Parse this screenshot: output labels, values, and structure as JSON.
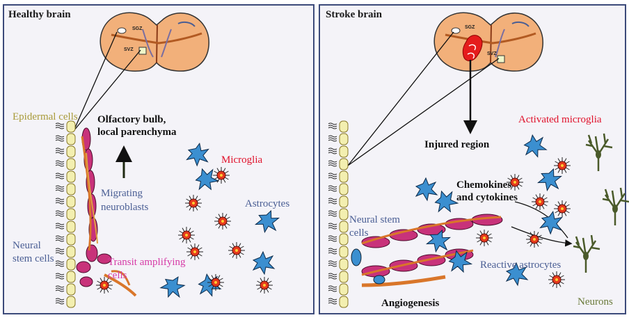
{
  "left_panel": {
    "title": "Healthy brain",
    "sgz": "SGZ",
    "svz": "SVZ",
    "epidermal_cells": "Epidermal cells",
    "olfactory_line1": "Olfactory bulb,",
    "olfactory_line2": "local parenchyma",
    "microglia": "Microglia",
    "migrating_line1": "Migrating",
    "migrating_line2": "neuroblasts",
    "astrocytes": "Astrocytes",
    "neural_line1": "Neural",
    "neural_line2": "stem cells",
    "transit_line1": "Transit amplifying",
    "transit_line2": "cells"
  },
  "right_panel": {
    "title": "Stroke brain",
    "sgz": "SGZ",
    "svz": "SVZ",
    "activated_microglia": "Activated microglia",
    "injured_region": "Injured region",
    "chemokines_line1": "Chemokines",
    "chemokines_line2": "and cytokines",
    "neural_line1": "Neural stem",
    "neural_line2": "cells",
    "reactive_astrocytes": "Reactive astrocytes",
    "angiogenesis": "Angiogenesis",
    "neurons": "Neurons"
  },
  "colors": {
    "brain": "#f2b07a",
    "epidermal": "#f3efb0",
    "neuroblast": "#c8327a",
    "astrocyte": "#3b8fd0",
    "microglia_core": "#e53a1c",
    "vessel": "#d9762a",
    "neuron": "#4a5a2a"
  }
}
